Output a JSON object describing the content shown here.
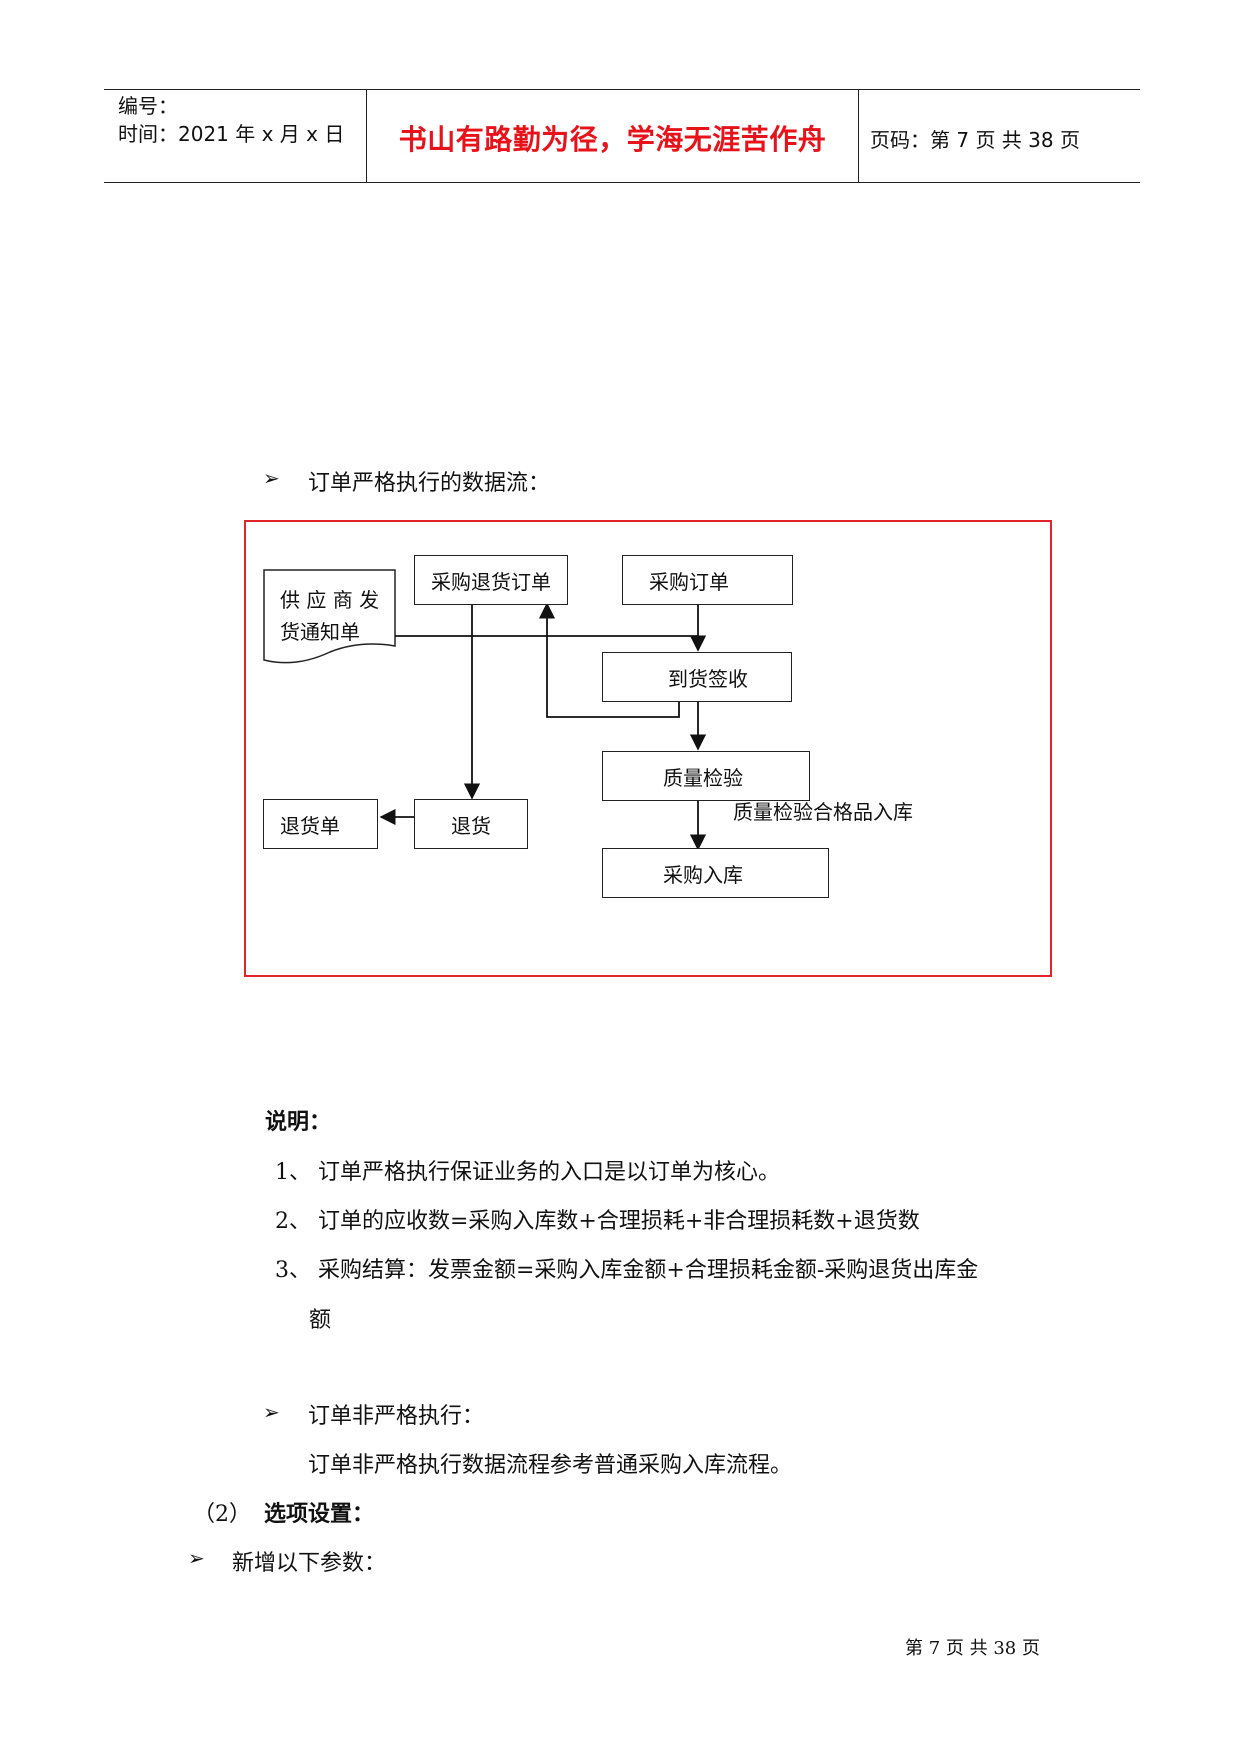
{
  "header": {
    "number_label": "编号：",
    "time_label": "时间：2021 年 x 月 x 日",
    "motto": "书山有路勤为径，学海无涯苦作舟",
    "page_info": "页码：第 7 页 共 38 页"
  },
  "section1": {
    "bullet": "➢",
    "title": "订单严格执行的数据流："
  },
  "flowchart": {
    "supplier_doc_line1": "供 应 商 发",
    "supplier_doc_line2": "货通知单",
    "return_order": "采购退货订单",
    "purchase_order": "采购订单",
    "arrival_receipt": "到货签收",
    "quality_check": "质量检验",
    "qc_note": "质量检验合格品入库",
    "return_goods": "退货",
    "return_slip": "退货单",
    "purchase_inbound": "采购入库"
  },
  "explanation": {
    "title": "说明：",
    "item1": "1、 订单严格执行保证业务的入口是以订单为核心。",
    "item2": "2、 订单的应收数=采购入库数+合理损耗+非合理损耗数+退货数",
    "item3_line1": "3、 采购结算：发票金额=采购入库金额+合理损耗金额-采购退货出库金",
    "item3_line2": "额"
  },
  "section2": {
    "bullet": "➢",
    "title": "订单非严格执行：",
    "body": "订单非严格执行数据流程参考普通采购入库流程。"
  },
  "section3": {
    "number": "（2）",
    "title": "选项设置："
  },
  "section4": {
    "bullet": "➢",
    "title": "新增以下参数："
  },
  "footer": {
    "text": "第  7  页  共  38  页"
  }
}
